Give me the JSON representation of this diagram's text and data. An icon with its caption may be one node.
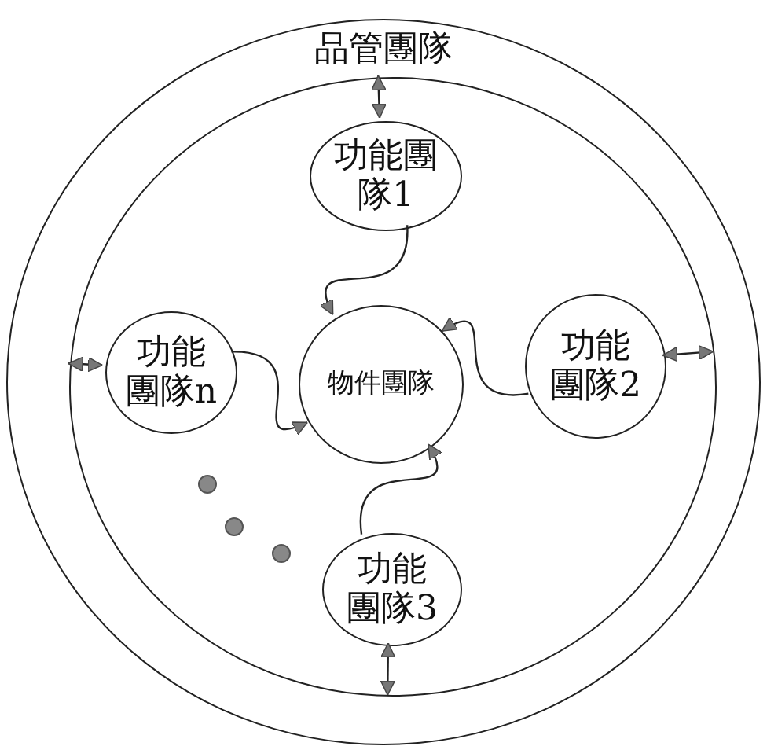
{
  "diagram": {
    "nodes": [
      {
        "text": [
          "品管團隊"
        ]
      },
      {
        "text": [],
        "shape": "circle",
        "in": 0
      },
      {
        "text": [
          "功能團隊1"
        ],
        "in": 1
      },
      {
        "text": [
          "功能團隊n"
        ],
        "in": 1
      },
      {
        "text": [
          "物件團隊"
        ],
        "in": 1
      },
      {
        "text": [
          "功能團隊2"
        ],
        "in": 1
      },
      {
        "text": [
          "功能團隊3"
        ],
        "in": 1
      }
    ],
    "edges": [
      {
        "from": 1,
        "to": 2,
        "arrow": "both"
      },
      {
        "from": 1,
        "to": 3,
        "arrow": "both"
      },
      {
        "from": 1,
        "to": 5,
        "arrow": "both"
      },
      {
        "from": 1,
        "to": 6,
        "arrow": "both"
      },
      {
        "from": 2,
        "to": 4,
        "arrow": "to"
      },
      {
        "from": 3,
        "to": 4,
        "arrow": "to"
      },
      {
        "from": 5,
        "to": 4,
        "arrow": "to"
      },
      {
        "from": 6,
        "to": 4,
        "arrow": "to"
      }
    ]
  }
}
